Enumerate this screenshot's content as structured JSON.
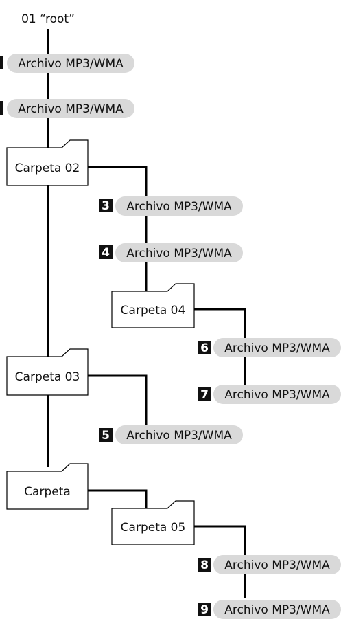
{
  "root": {
    "label": "01 “root”"
  },
  "colors": {
    "pill": "#d9d9d9",
    "line": "#000000",
    "badge": "#111111"
  },
  "files": [
    {
      "id": "f1",
      "label": "Archivo MP3/WMA",
      "badge": ""
    },
    {
      "id": "f2",
      "label": "Archivo MP3/WMA",
      "badge": ""
    },
    {
      "id": "f3",
      "label": "Archivo MP3/WMA",
      "badge": "3"
    },
    {
      "id": "f4",
      "label": "Archivo MP3/WMA",
      "badge": "4"
    },
    {
      "id": "f6",
      "label": "Archivo MP3/WMA",
      "badge": "6"
    },
    {
      "id": "f7",
      "label": "Archivo MP3/WMA",
      "badge": "7"
    },
    {
      "id": "f5",
      "label": "Archivo MP3/WMA",
      "badge": "5"
    },
    {
      "id": "f8",
      "label": "Archivo MP3/WMA",
      "badge": "8"
    },
    {
      "id": "f9",
      "label": "Archivo MP3/WMA",
      "badge": "9"
    }
  ],
  "folders": [
    {
      "id": "c02",
      "label": "Carpeta 02"
    },
    {
      "id": "c04",
      "label": "Carpeta 04"
    },
    {
      "id": "c03",
      "label": "Carpeta 03"
    },
    {
      "id": "c",
      "label": "Carpeta"
    },
    {
      "id": "c05",
      "label": "Carpeta 05"
    }
  ]
}
